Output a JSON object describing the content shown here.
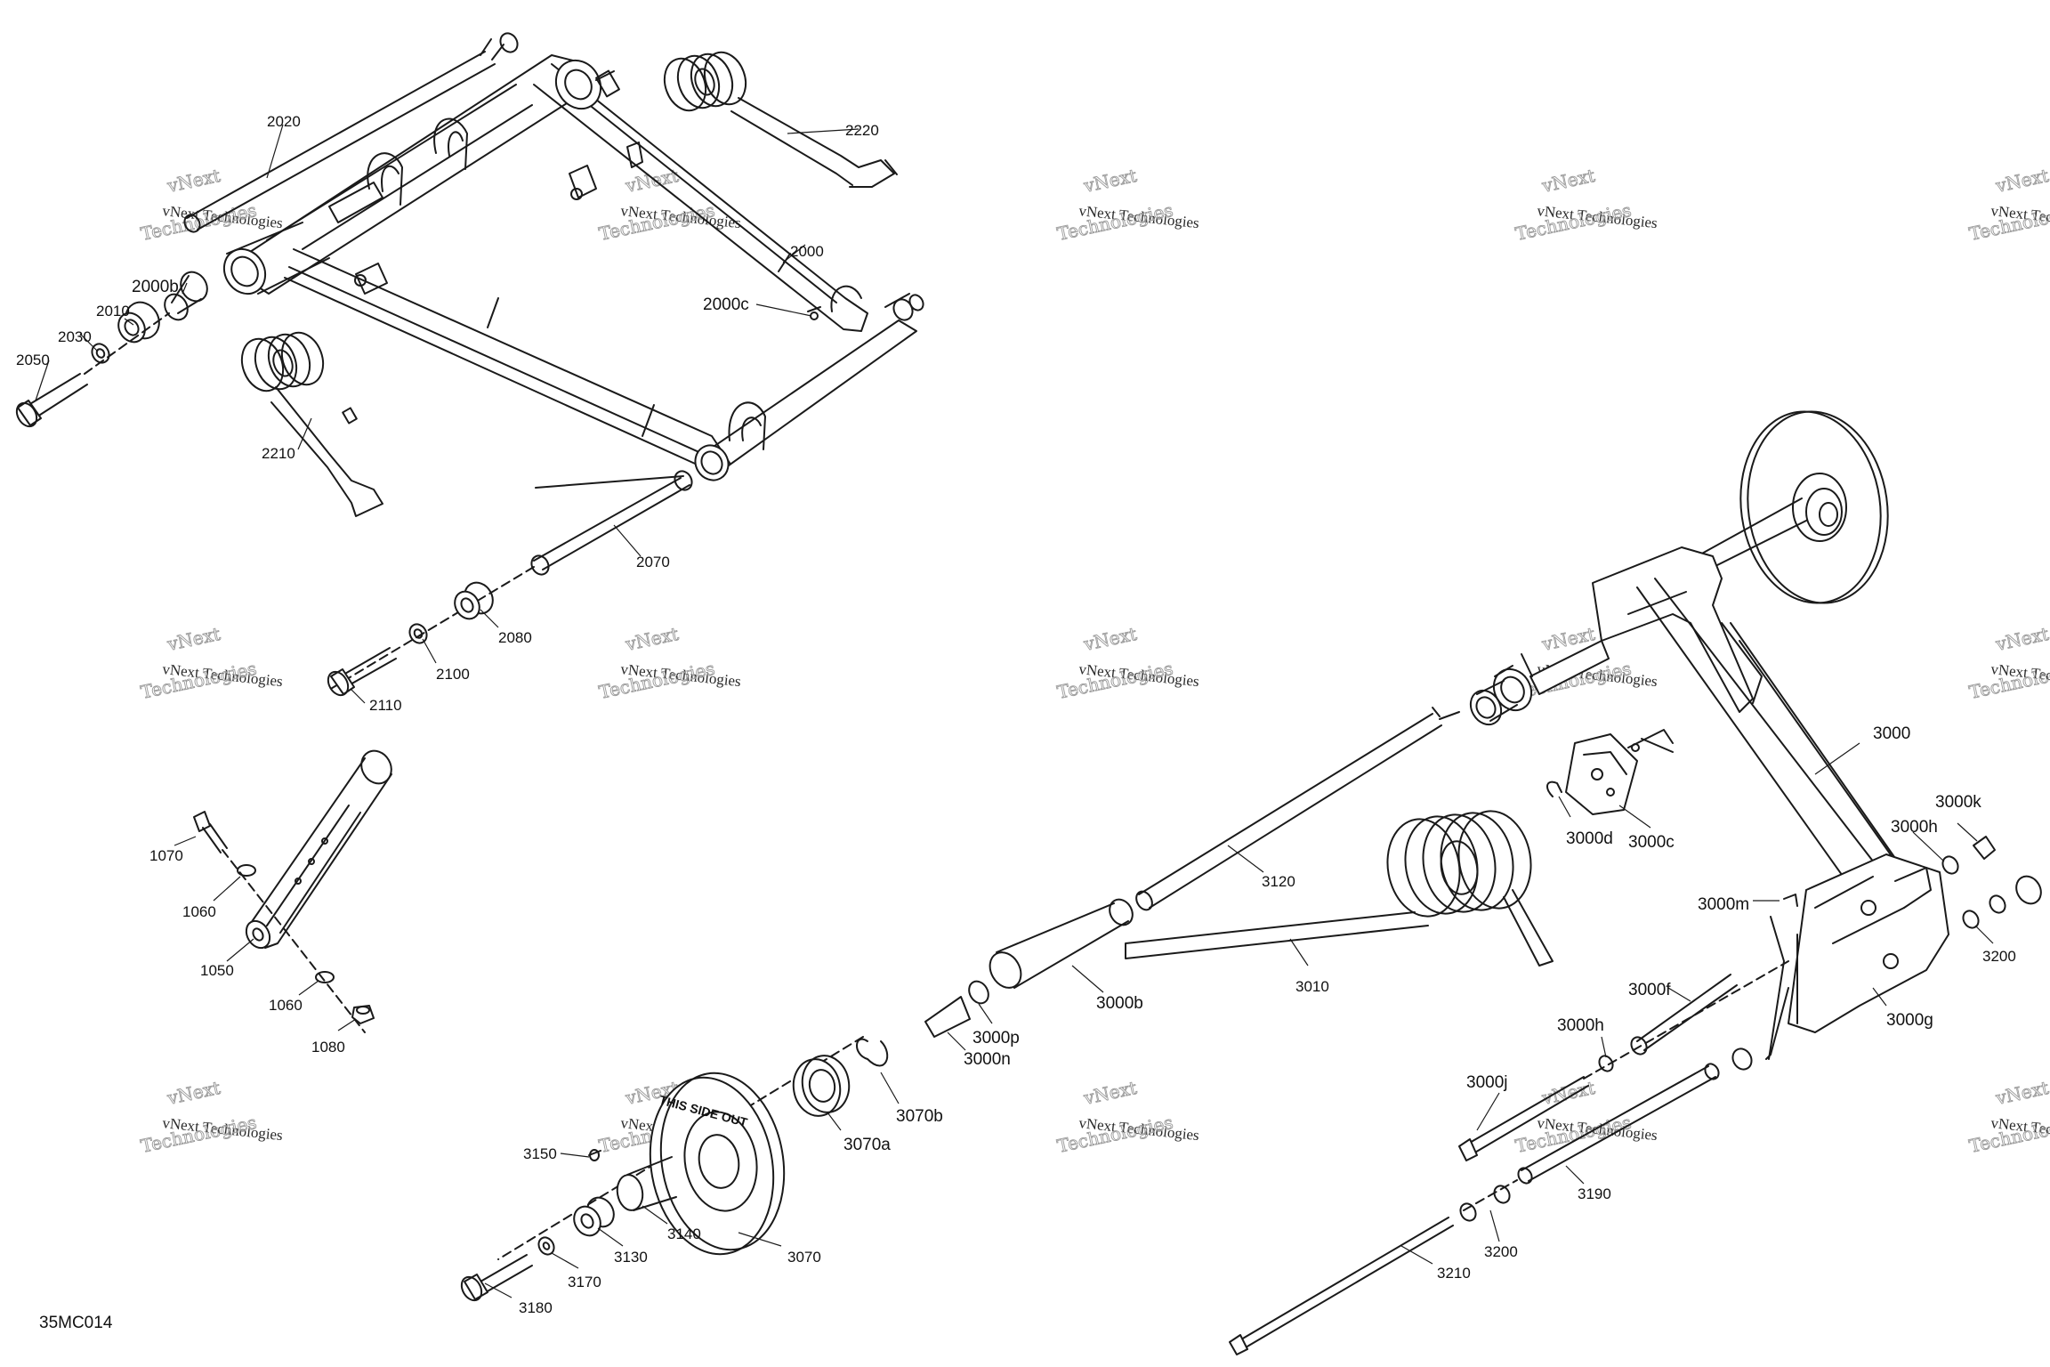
{
  "figure": {
    "code": "35MC014"
  },
  "watermark": {
    "line1": "vNext",
    "line2": "vNext Technologies",
    "line3": "Technologies"
  },
  "disc_print": "THIS SIDE OUT",
  "callouts": [
    {
      "id": "2020",
      "label": "2020"
    },
    {
      "id": "2220",
      "label": "2220"
    },
    {
      "id": "2000",
      "label": "2000"
    },
    {
      "id": "2000b",
      "label": "2000b"
    },
    {
      "id": "2010",
      "label": "2010"
    },
    {
      "id": "2030",
      "label": "2030"
    },
    {
      "id": "2050",
      "label": "2050"
    },
    {
      "id": "2000c",
      "label": "2000c"
    },
    {
      "id": "2210",
      "label": "2210"
    },
    {
      "id": "2070",
      "label": "2070"
    },
    {
      "id": "2080",
      "label": "2080"
    },
    {
      "id": "2100",
      "label": "2100"
    },
    {
      "id": "2110",
      "label": "2110"
    },
    {
      "id": "1070",
      "label": "1070"
    },
    {
      "id": "1060a",
      "label": "1060"
    },
    {
      "id": "1050",
      "label": "1050"
    },
    {
      "id": "1060b",
      "label": "1060"
    },
    {
      "id": "1080",
      "label": "1080"
    },
    {
      "id": "3000",
      "label": "3000"
    },
    {
      "id": "3000k",
      "label": "3000k"
    },
    {
      "id": "3000h1",
      "label": "3000h"
    },
    {
      "id": "3000d",
      "label": "3000d"
    },
    {
      "id": "3000c",
      "label": "3000c"
    },
    {
      "id": "3120",
      "label": "3120"
    },
    {
      "id": "3000m",
      "label": "3000m"
    },
    {
      "id": "3200a",
      "label": "3200"
    },
    {
      "id": "3010",
      "label": "3010"
    },
    {
      "id": "3000b",
      "label": "3000b"
    },
    {
      "id": "3000p",
      "label": "3000p"
    },
    {
      "id": "3000n",
      "label": "3000n"
    },
    {
      "id": "3000f",
      "label": "3000f"
    },
    {
      "id": "3000h2",
      "label": "3000h"
    },
    {
      "id": "3000g",
      "label": "3000g"
    },
    {
      "id": "3070b",
      "label": "3070b"
    },
    {
      "id": "3070a",
      "label": "3070a"
    },
    {
      "id": "3000j",
      "label": "3000j"
    },
    {
      "id": "3150",
      "label": "3150"
    },
    {
      "id": "3140",
      "label": "3140"
    },
    {
      "id": "3130",
      "label": "3130"
    },
    {
      "id": "3070",
      "label": "3070"
    },
    {
      "id": "3170",
      "label": "3170"
    },
    {
      "id": "3180",
      "label": "3180"
    },
    {
      "id": "3190",
      "label": "3190"
    },
    {
      "id": "3200b",
      "label": "3200"
    },
    {
      "id": "3210",
      "label": "3210"
    }
  ]
}
